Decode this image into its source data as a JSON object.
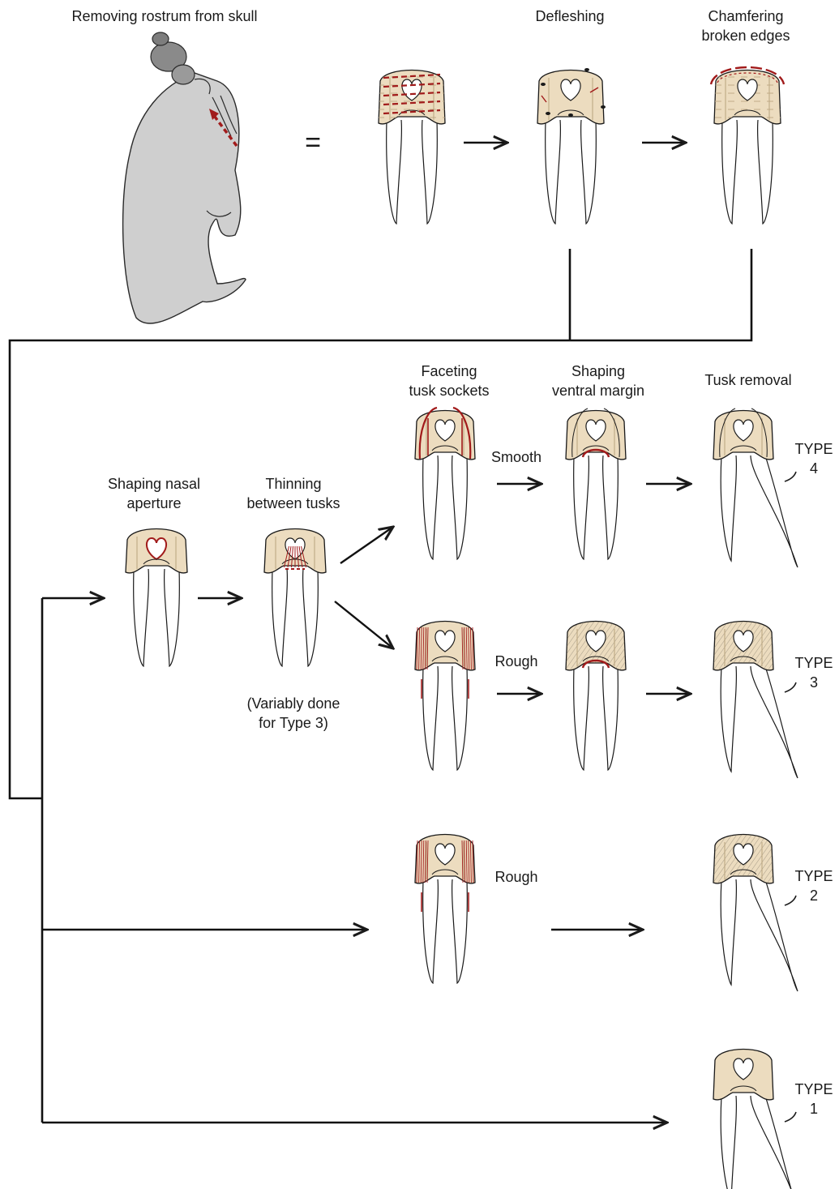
{
  "headers": {
    "removing": "Removing rostrum from skull",
    "defleshing": "Defleshing",
    "chamfering": [
      "Chamfering",
      "broken edges"
    ],
    "faceting": [
      "Faceting",
      "tusk sockets"
    ],
    "shaping_ventral": [
      "Shaping",
      "ventral margin"
    ],
    "tusk_removal": "Tusk removal",
    "shaping_nasal": [
      "Shaping nasal",
      "aperture"
    ],
    "thinning": [
      "Thinning",
      "between tusks"
    ],
    "variably": [
      "(Variably done",
      "for Type 3)"
    ]
  },
  "equals_sign": "=",
  "edge_labels": {
    "smooth": "Smooth",
    "rough_type3": "Rough",
    "rough_type2": "Rough"
  },
  "types": [
    {
      "word": "TYPE",
      "num": "4"
    },
    {
      "word": "TYPE",
      "num": "3"
    },
    {
      "word": "TYPE",
      "num": "2"
    },
    {
      "word": "TYPE",
      "num": "1"
    }
  ],
  "colors": {
    "bone": "#ecdcbf",
    "ink": "#1a1a1a",
    "mark_red": "#a11b1b",
    "walrus_grey": "#cfcfcf",
    "walrus_dark": "#7d7d7d"
  }
}
